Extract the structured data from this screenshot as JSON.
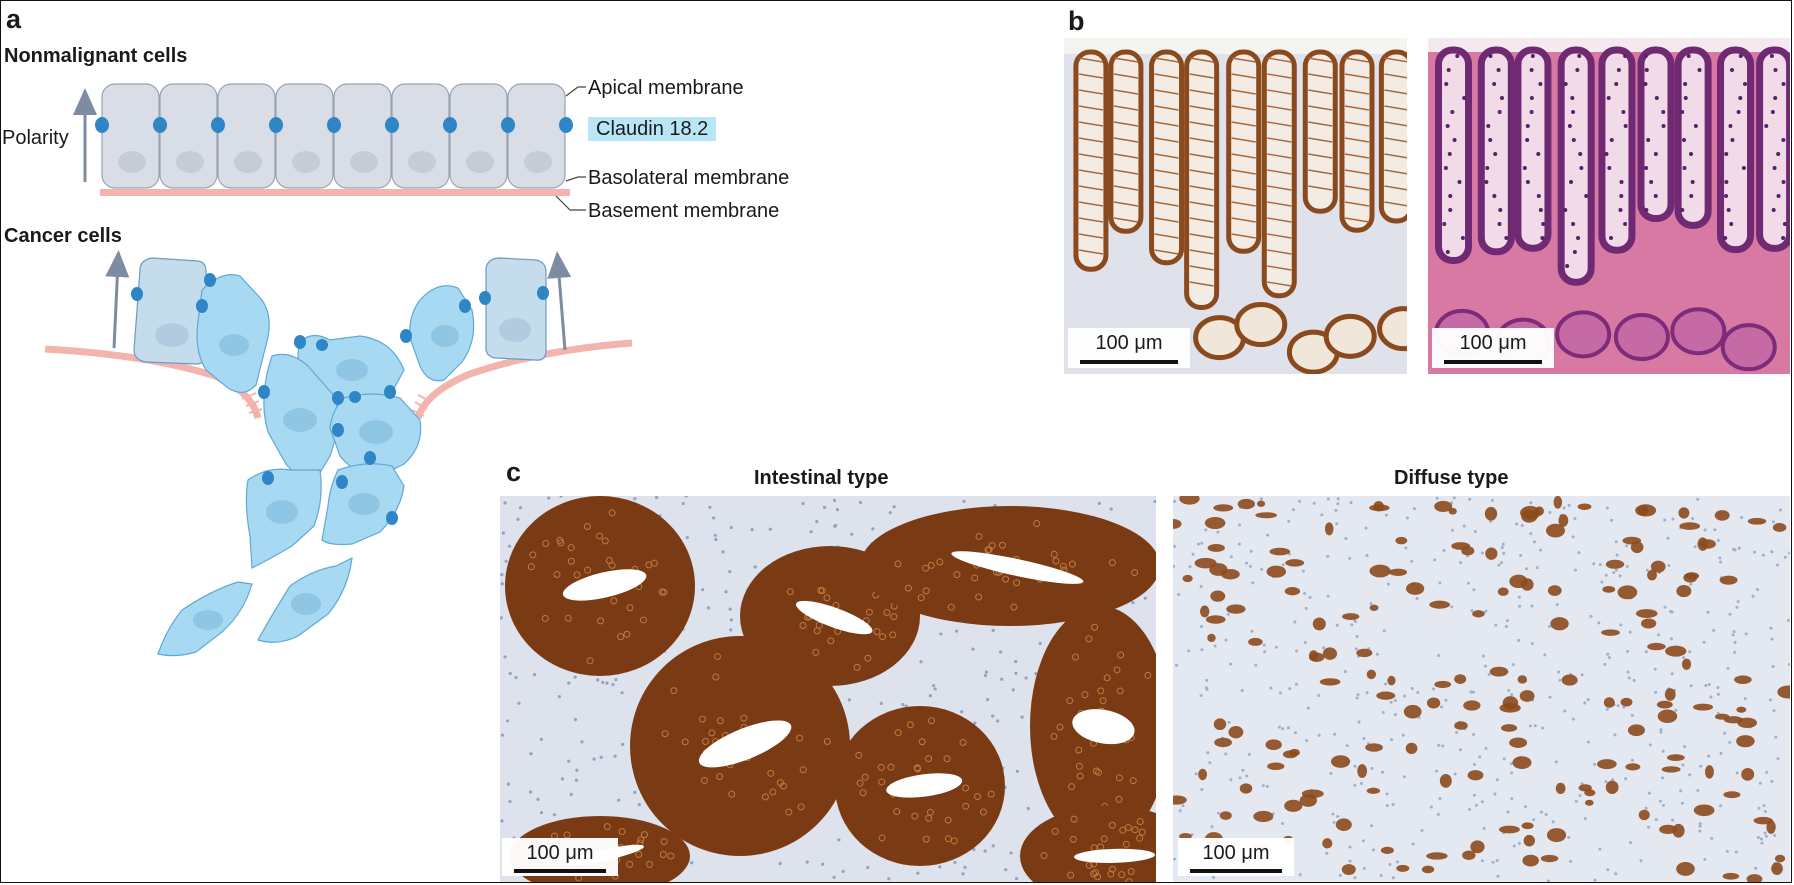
{
  "panel_a": {
    "label": "a",
    "nonmalignant_title": "Nonmalignant cells",
    "cancer_title": "Cancer cells",
    "polarity": "Polarity",
    "apical": "Apical membrane",
    "claudin": "Claudin 18.2",
    "basolateral": "Basolateral membrane",
    "basement": "Basement membrane"
  },
  "panel_b": {
    "label": "b",
    "scale_left": "100 μm",
    "scale_right": "100 μm"
  },
  "panel_c": {
    "label": "c",
    "title_left": "Intestinal type",
    "title_right": "Diffuse type",
    "scale_left": "100 μm",
    "scale_right": "100 μm"
  },
  "colors": {
    "normal_cell_fill": "#d9dde6",
    "cancer_cell_fill": "#a8d9f2",
    "claudin_dot": "#2f86c6",
    "basement_membrane": "#f4b4ae",
    "ihc_brown": "#8b4a1e",
    "he_purple": "#9a3c86",
    "he_pink": "#e07a96"
  }
}
